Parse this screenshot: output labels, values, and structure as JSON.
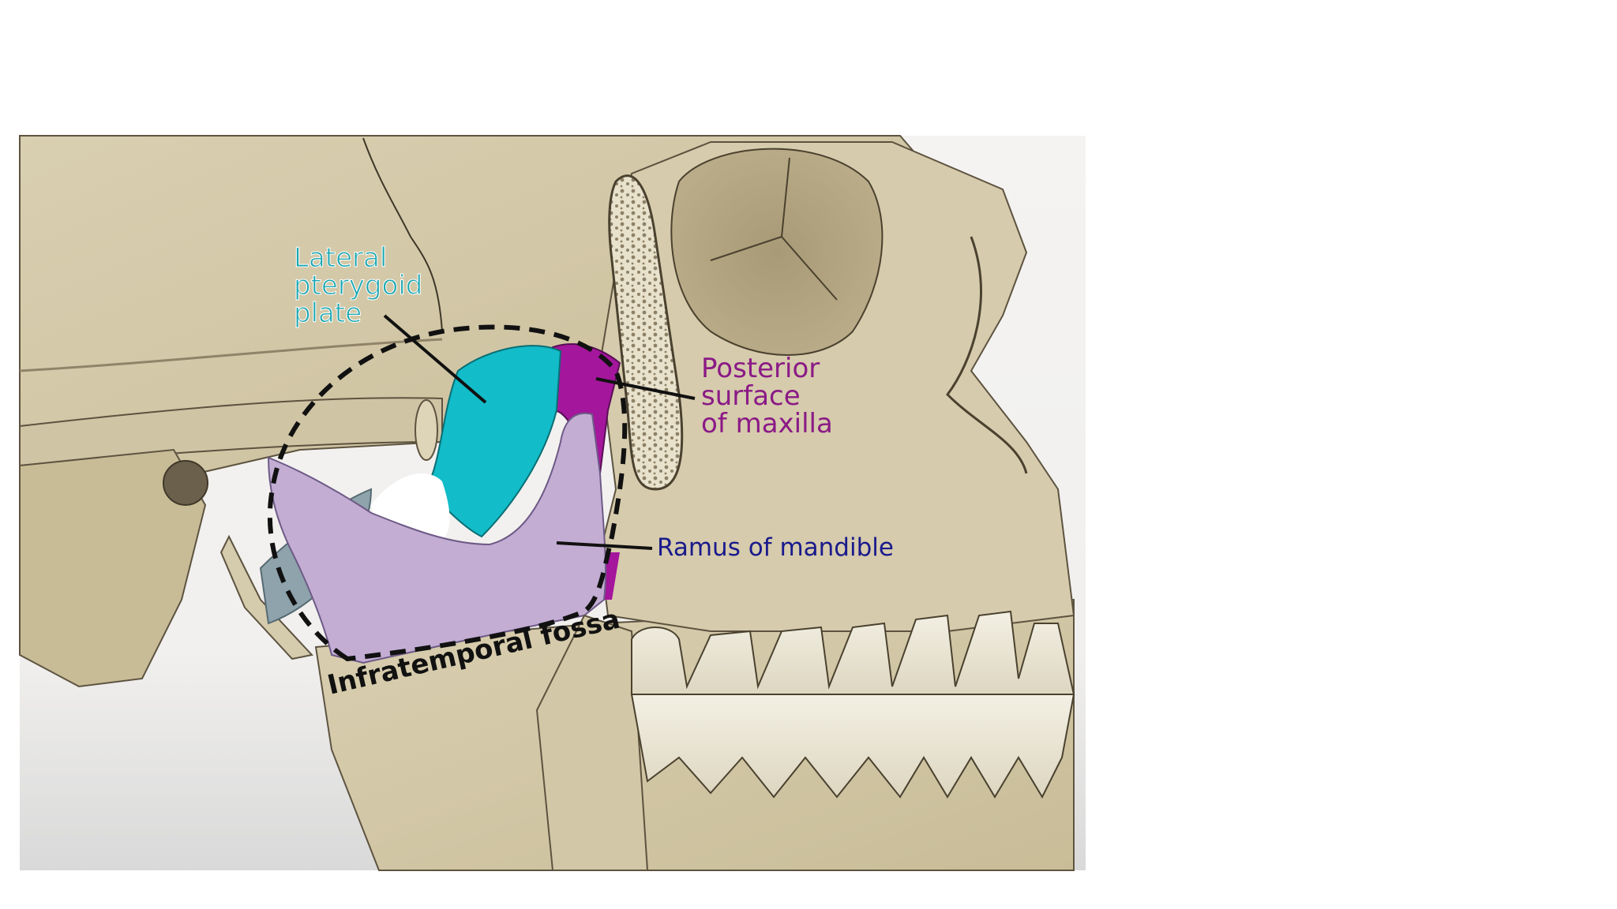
{
  "labels": {
    "lateral_pterygoid": [
      "Lateral",
      "pterygoid",
      "plate"
    ],
    "posterior_maxilla": [
      "Posterior",
      "surface",
      "of maxilla"
    ],
    "ramus": "Ramus of mandible",
    "fossa": "Infratemporal fossa"
  },
  "colors": {
    "lateral_pterygoid": "#1aa6b0",
    "posterior_maxilla": "#8a1a86",
    "ramus": "#1a1a8c",
    "fossa": "#111111",
    "bone": "#d8ceb0",
    "cyan_region": "#12bcc8",
    "magenta_region": "#a4169c",
    "lavender_region": "#c3add3"
  },
  "icons": [
    "skull-illustration"
  ]
}
